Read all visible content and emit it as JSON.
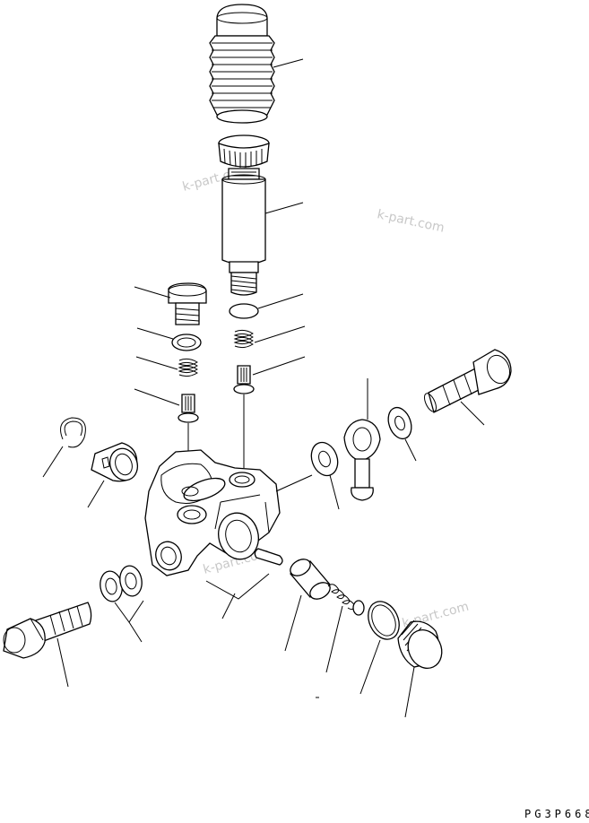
{
  "diagram": {
    "drawing_code": "PG3P668",
    "watermarks": [
      "k-part.com",
      "k-part.com",
      "k-part.com",
      "k-part.com"
    ]
  }
}
